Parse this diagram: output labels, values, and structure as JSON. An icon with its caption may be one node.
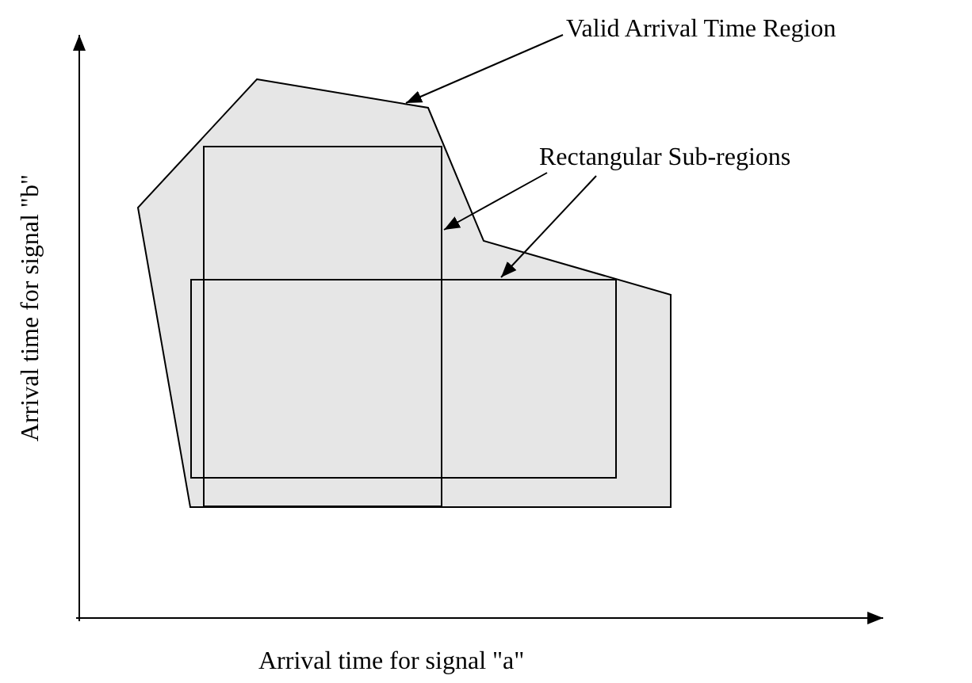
{
  "diagram": {
    "nodes": [
      {
        "text": [
          "Valid Arrival Time Region"
        ]
      },
      {
        "text": [],
        "shape": "polygon"
      },
      {
        "text": [
          "Rectangular Sub-regions"
        ]
      },
      {
        "text": [],
        "shape": "box",
        "in": 1
      },
      {
        "text": [],
        "shape": "box",
        "in": 1
      }
    ],
    "edges": [
      {
        "from": 0,
        "to": 1,
        "arrow": "to"
      },
      {
        "from": 2,
        "to": 3,
        "arrow": "to"
      },
      {
        "from": 2,
        "to": 4,
        "arrow": "to"
      }
    ],
    "labels": [
      "Arrival time for signal \"b\"",
      "Arrival time for signal \"a\""
    ]
  }
}
